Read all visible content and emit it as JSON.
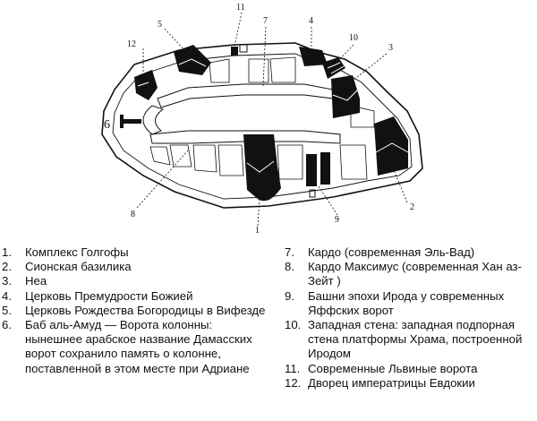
{
  "map": {
    "labels": [
      "1",
      "2",
      "3",
      "4",
      "5",
      "6",
      "7",
      "8",
      "9",
      "10",
      "11",
      "12"
    ]
  },
  "legend_left": [
    {
      "num": "1.",
      "text": "Комплекс Голгофы"
    },
    {
      "num": "2.",
      "text": "Сионская базилика"
    },
    {
      "num": "3.",
      "text": "Неа"
    },
    {
      "num": "4.",
      "text": "Церковь Премудрости Божией"
    },
    {
      "num": "5.",
      "text": "Церковь Рождества Богородицы в Вифезде"
    },
    {
      "num": "6.",
      "text": "Баб аль-Амуд — Ворота колонны: нынешнее арабское название Дамасских ворот сохранило память о колонне, поставленной в этом месте при Адриане"
    }
  ],
  "legend_right": [
    {
      "num": "7.",
      "text": "Кардо (современная Эль-Вад)"
    },
    {
      "num": "8.",
      "text": "Кардо Максимус (современная Хан аз-Зейт )"
    },
    {
      "num": "9.",
      "text": "Башни эпохи Ирода у современных Яффских ворот"
    },
    {
      "num": "10.",
      "text": "Западная стена: западная подпорная стена платформы Храма, построенной Иродом"
    },
    {
      "num": "11.",
      "text": "Современные Львиные ворота"
    },
    {
      "num": "12.",
      "text": "Дворец императрицы Евдокии"
    }
  ]
}
